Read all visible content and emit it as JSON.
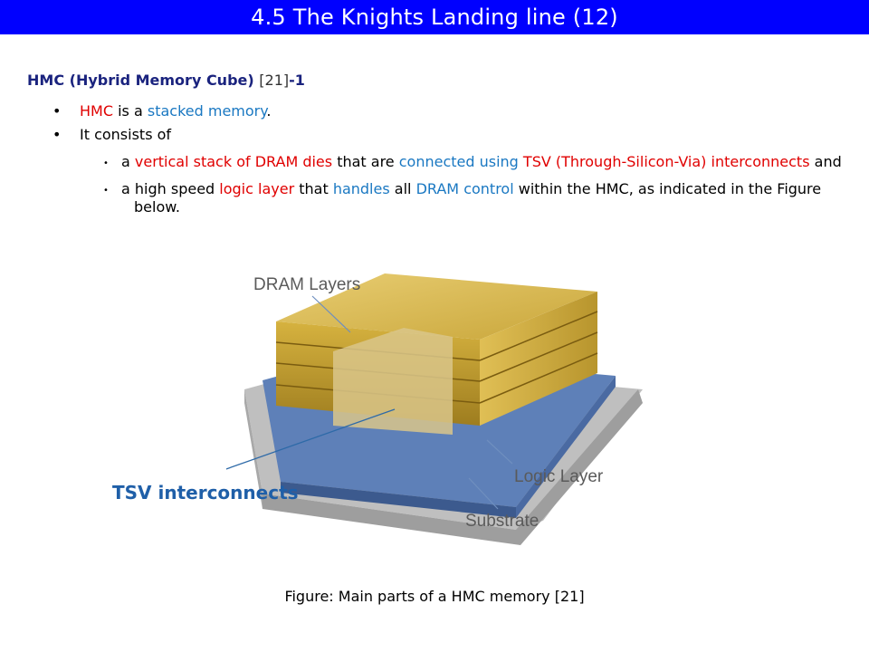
{
  "slide": {
    "title": "4.5 The Knights Landing line (12)",
    "heading": {
      "bold": "HMC (Hybrid Memory Cube)",
      "ref": "[21]",
      "suffix": "-1"
    },
    "bullets": [
      {
        "parts": [
          {
            "text": "HMC",
            "color": "red"
          },
          {
            "text": " is a "
          },
          {
            "text": "stacked memory",
            "color": "blue"
          },
          {
            "text": "."
          }
        ]
      },
      {
        "parts": [
          {
            "text": "It consists of"
          }
        ]
      }
    ],
    "sub_bullets": [
      {
        "parts": [
          {
            "text": "a "
          },
          {
            "text": "vertical stack of DRAM dies",
            "color": "red"
          },
          {
            "text": " that are "
          },
          {
            "text": "connected using",
            "color": "blue"
          },
          {
            "text": " "
          },
          {
            "text": "TSV (Through-Silicon-Via) interconnects",
            "color": "red"
          },
          {
            "text": " and"
          }
        ]
      },
      {
        "parts": [
          {
            "text": "a high speed "
          },
          {
            "text": "logic layer",
            "color": "red"
          },
          {
            "text": " that "
          },
          {
            "text": "handles",
            "color": "blue"
          },
          {
            "text": " all "
          },
          {
            "text": "DRAM control",
            "color": "blue"
          },
          {
            "text": " within the HMC, as indicated in the Figure below."
          }
        ]
      }
    ],
    "figure": {
      "labels": {
        "dram": "DRAM Layers",
        "logic": "Logic Layer",
        "substrate": "Substrate"
      },
      "tsv_label": "TSV interconnects"
    },
    "caption": "Figure: Main parts of a HMC memory [21]"
  }
}
